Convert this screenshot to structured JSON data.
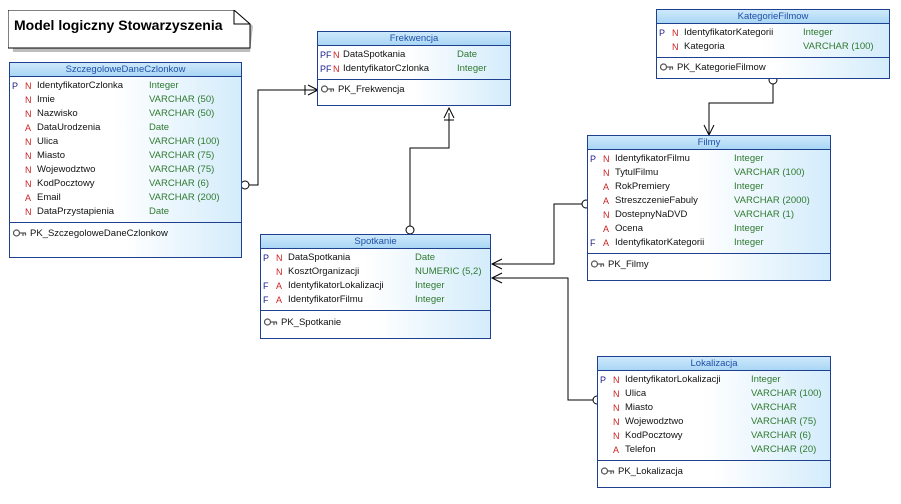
{
  "title": "Model logiczny Stowarzyszenia",
  "entities": {
    "szczegolowe": {
      "name": "SzczegoloweDaneCzlonkow",
      "columns": [
        {
          "key": "P",
          "flag": "N",
          "name": "IdentyfikatorCzlonka",
          "type": "Integer"
        },
        {
          "key": "",
          "flag": "N",
          "name": "Imie",
          "type": "VARCHAR (50)"
        },
        {
          "key": "",
          "flag": "N",
          "name": "Nazwisko",
          "type": "VARCHAR (50)"
        },
        {
          "key": "",
          "flag": "A",
          "name": "DataUrodzenia",
          "type": "Date"
        },
        {
          "key": "",
          "flag": "N",
          "name": "Ulica",
          "type": "VARCHAR (100)"
        },
        {
          "key": "",
          "flag": "N",
          "name": "Miasto",
          "type": "VARCHAR (75)"
        },
        {
          "key": "",
          "flag": "N",
          "name": "Wojewodztwo",
          "type": "VARCHAR (75)"
        },
        {
          "key": "",
          "flag": "N",
          "name": "KodPocztowy",
          "type": "VARCHAR (6)"
        },
        {
          "key": "",
          "flag": "A",
          "name": "Email",
          "type": "VARCHAR (200)"
        },
        {
          "key": "",
          "flag": "N",
          "name": "DataPrzystapienia",
          "type": "Date"
        }
      ],
      "index": "PK_SzczegoloweDaneCzlonkow"
    },
    "frekwencja": {
      "name": "Frekwencja",
      "columns": [
        {
          "key": "PF",
          "flag": "N",
          "name": "DataSpotkania",
          "type": "Date"
        },
        {
          "key": "PF",
          "flag": "N",
          "name": "IdentyfikatorCzlonka",
          "type": "Integer"
        }
      ],
      "index": "PK_Frekwencja"
    },
    "kategorie": {
      "name": "KategorieFilmow",
      "columns": [
        {
          "key": "P",
          "flag": "N",
          "name": "IdentyfikatorKategorii",
          "type": "Integer"
        },
        {
          "key": "",
          "flag": "N",
          "name": "Kategoria",
          "type": "VARCHAR (100)"
        }
      ],
      "index": "PK_KategorieFilmow"
    },
    "filmy": {
      "name": "Filmy",
      "columns": [
        {
          "key": "P",
          "flag": "N",
          "name": "IdentyfikatorFilmu",
          "type": "Integer"
        },
        {
          "key": "",
          "flag": "N",
          "name": "TytulFilmu",
          "type": "VARCHAR (100)"
        },
        {
          "key": "",
          "flag": "A",
          "name": "RokPremiery",
          "type": "Integer"
        },
        {
          "key": "",
          "flag": "A",
          "name": "StreszczenieFabuly",
          "type": "VARCHAR (2000)"
        },
        {
          "key": "",
          "flag": "N",
          "name": "DostepnyNaDVD",
          "type": "VARCHAR (1)"
        },
        {
          "key": "",
          "flag": "A",
          "name": "Ocena",
          "type": "Integer"
        },
        {
          "key": "F",
          "flag": "A",
          "name": "IdentyfikatorKategorii",
          "type": "Integer"
        }
      ],
      "index": "PK_Filmy"
    },
    "spotkanie": {
      "name": "Spotkanie",
      "columns": [
        {
          "key": "P",
          "flag": "N",
          "name": "DataSpotkania",
          "type": "Date"
        },
        {
          "key": "",
          "flag": "N",
          "name": "KosztOrganizacji",
          "type": "NUMERIC (5,2)"
        },
        {
          "key": "F",
          "flag": "A",
          "name": "IdentyfikatorLokalizacji",
          "type": "Integer"
        },
        {
          "key": "F",
          "flag": "A",
          "name": "IdentyfikatorFilmu",
          "type": "Integer"
        }
      ],
      "index": "PK_Spotkanie"
    },
    "lokalizacja": {
      "name": "Lokalizacja",
      "columns": [
        {
          "key": "P",
          "flag": "N",
          "name": "IdentyfikatorLokalizacji",
          "type": "Integer"
        },
        {
          "key": "",
          "flag": "N",
          "name": "Ulica",
          "type": "VARCHAR (100)"
        },
        {
          "key": "",
          "flag": "N",
          "name": "Miasto",
          "type": "VARCHAR"
        },
        {
          "key": "",
          "flag": "N",
          "name": "Wojewodztwo",
          "type": "VARCHAR (75)"
        },
        {
          "key": "",
          "flag": "N",
          "name": "KodPocztowy",
          "type": "VARCHAR (6)"
        },
        {
          "key": "",
          "flag": "A",
          "name": "Telefon",
          "type": "VARCHAR (20)"
        }
      ],
      "index": "PK_Lokalizacja"
    }
  }
}
